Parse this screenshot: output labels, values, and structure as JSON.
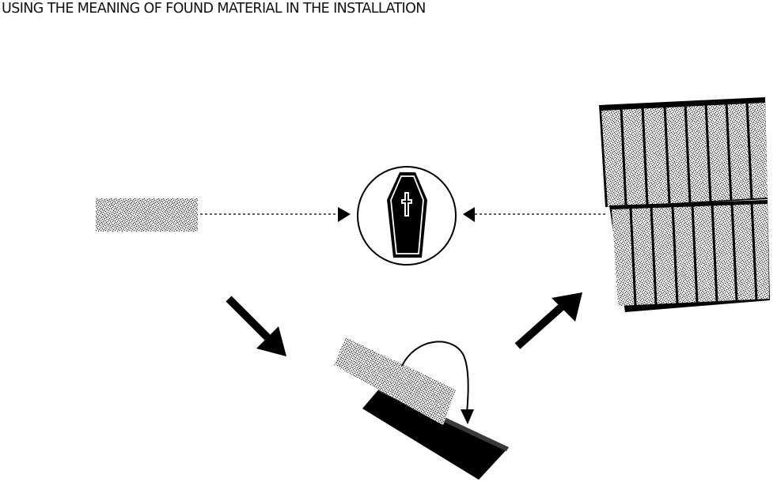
{
  "page": {
    "title": "USING THE MEANING OF FOUND MATERIAL IN THE INSTALLATION"
  },
  "colors": {
    "ink": "#000000",
    "paper": "#ffffff",
    "title_text": "#111111"
  },
  "diagram": {
    "nodes": [
      {
        "id": "found-material-strip",
        "icon": "text-strip-icon"
      },
      {
        "id": "meaning-circle",
        "icon": "coffin-cross-icon"
      },
      {
        "id": "installation-wall",
        "icon": "stacked-panels-icon"
      },
      {
        "id": "folding-process",
        "icon": "folding-strip-on-block-icon"
      }
    ],
    "edges": [
      {
        "from": "found-material-strip",
        "to": "meaning-circle",
        "style": "dashed"
      },
      {
        "from": "installation-wall",
        "to": "meaning-circle",
        "style": "dashed"
      },
      {
        "from": "found-material-strip",
        "to": "folding-process",
        "style": "solid-heavy"
      },
      {
        "from": "folding-process",
        "to": "installation-wall",
        "style": "solid-heavy"
      }
    ]
  }
}
